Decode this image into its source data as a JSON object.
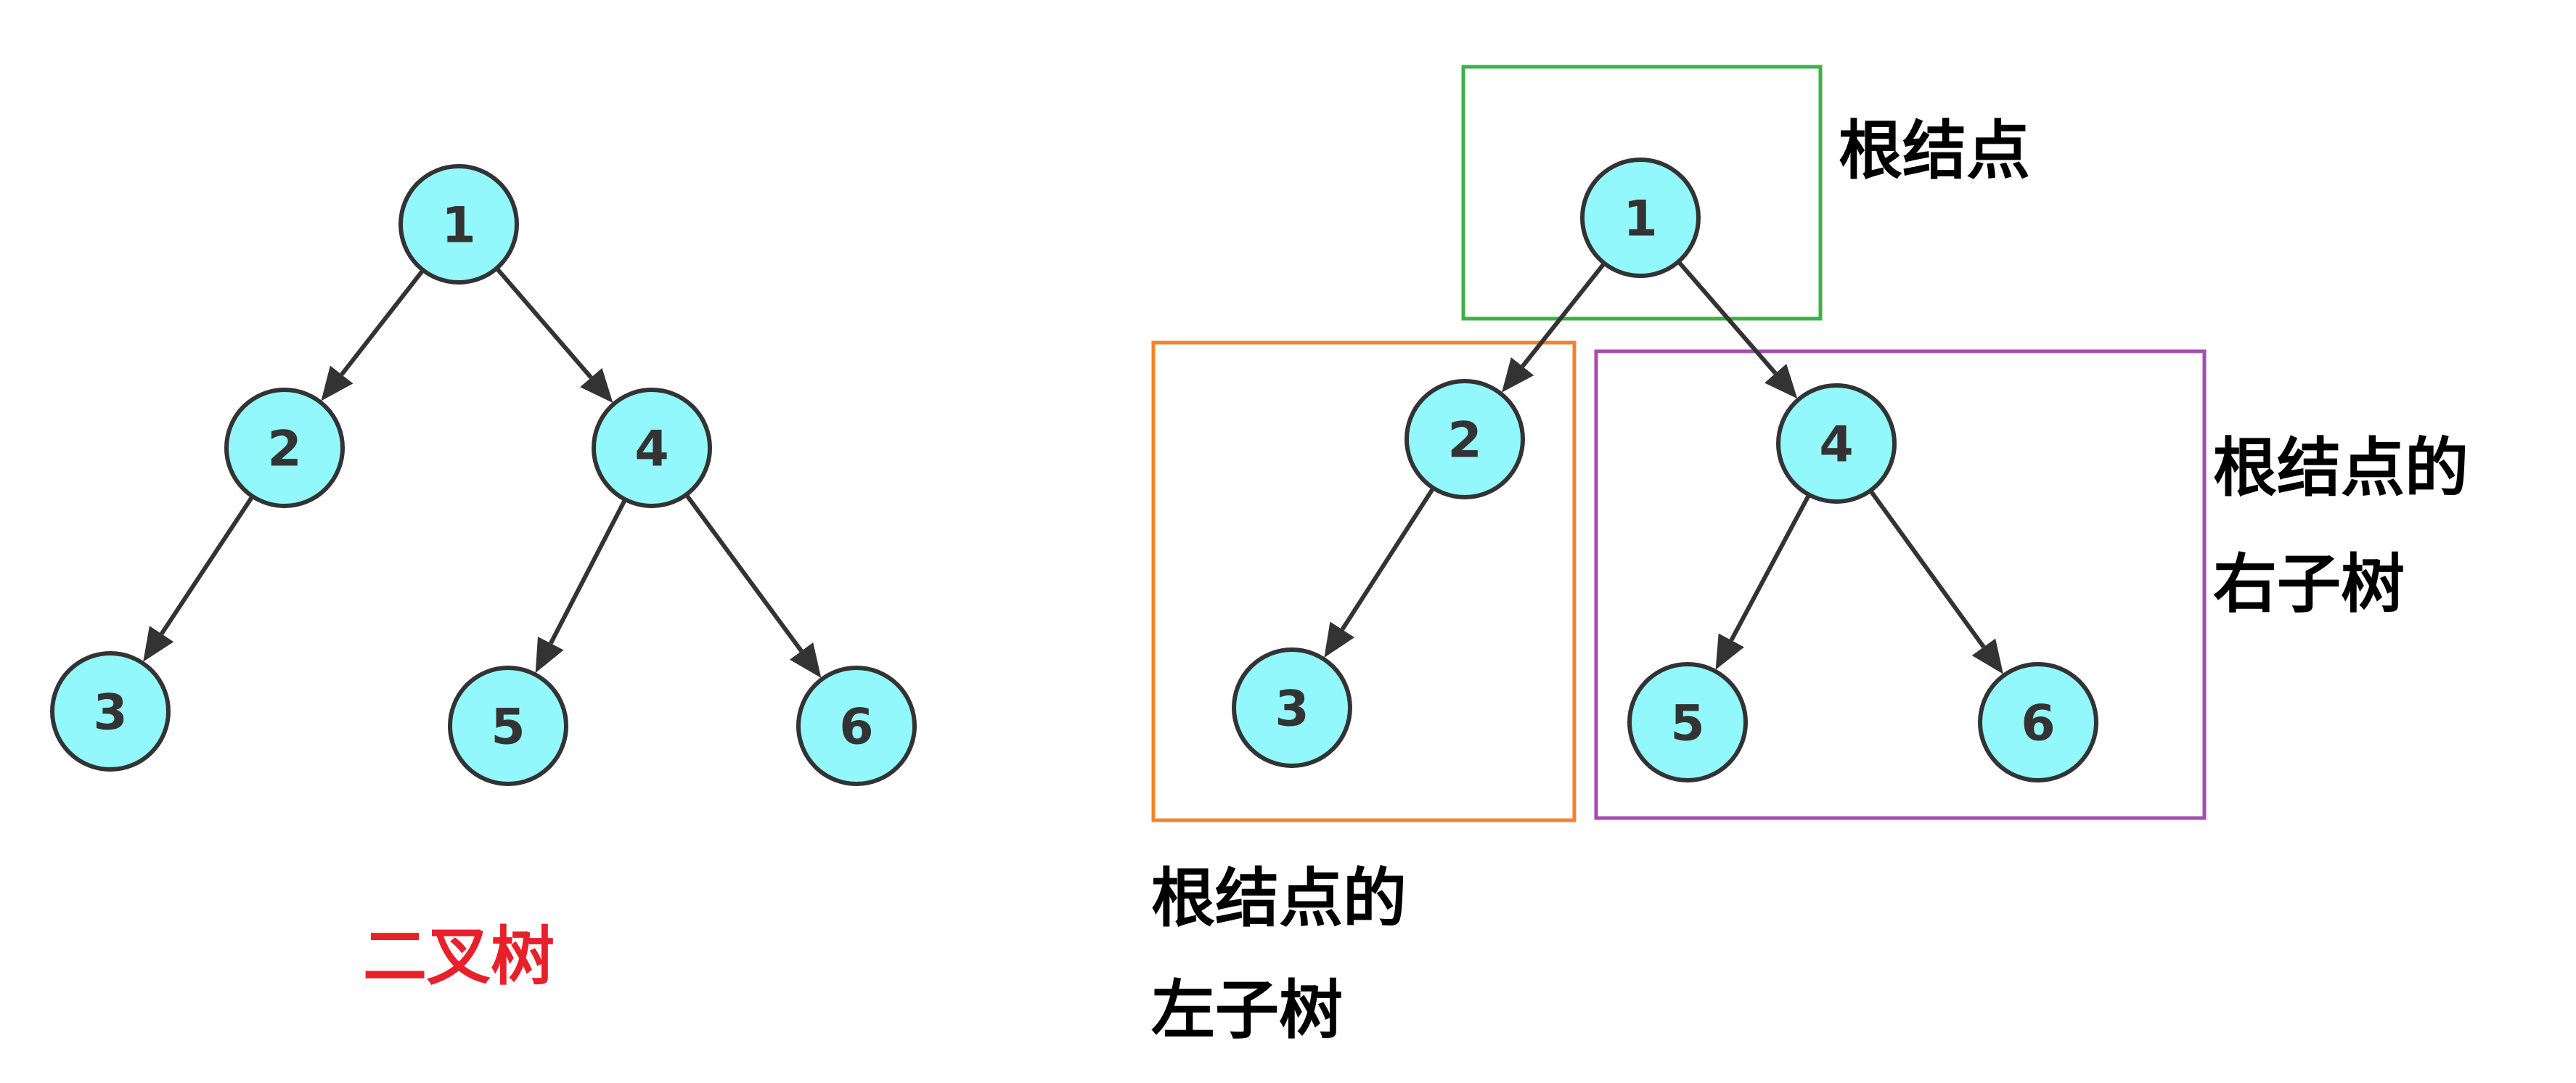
{
  "left_tree": {
    "caption": "二叉树",
    "caption_color": "#e8202a",
    "nodes": [
      {
        "id": "1",
        "label": "1"
      },
      {
        "id": "2",
        "label": "2"
      },
      {
        "id": "4",
        "label": "4"
      },
      {
        "id": "3",
        "label": "3"
      },
      {
        "id": "5",
        "label": "5"
      },
      {
        "id": "6",
        "label": "6"
      }
    ],
    "edges": [
      {
        "from": "1",
        "to": "2"
      },
      {
        "from": "1",
        "to": "4"
      },
      {
        "from": "2",
        "to": "3"
      },
      {
        "from": "4",
        "to": "5"
      },
      {
        "from": "4",
        "to": "6"
      }
    ]
  },
  "right_tree": {
    "nodes": [
      {
        "id": "1",
        "label": "1"
      },
      {
        "id": "2",
        "label": "2"
      },
      {
        "id": "4",
        "label": "4"
      },
      {
        "id": "3",
        "label": "3"
      },
      {
        "id": "5",
        "label": "5"
      },
      {
        "id": "6",
        "label": "6"
      }
    ],
    "edges": [
      {
        "from": "1",
        "to": "2"
      },
      {
        "from": "1",
        "to": "4"
      },
      {
        "from": "2",
        "to": "3"
      },
      {
        "from": "4",
        "to": "5"
      },
      {
        "from": "4",
        "to": "6"
      }
    ],
    "root_label": "根结点",
    "left_subtree_label_line1": "根结点的",
    "left_subtree_label_line2": "左子树",
    "right_subtree_label_line1": "根结点的",
    "right_subtree_label_line2": "右子树",
    "root_frame_color": "#3cb14a",
    "left_frame_color": "#f5822a",
    "right_frame_color": "#a64cb0"
  },
  "node_fill": "#92f8fb",
  "node_stroke": "#333333"
}
